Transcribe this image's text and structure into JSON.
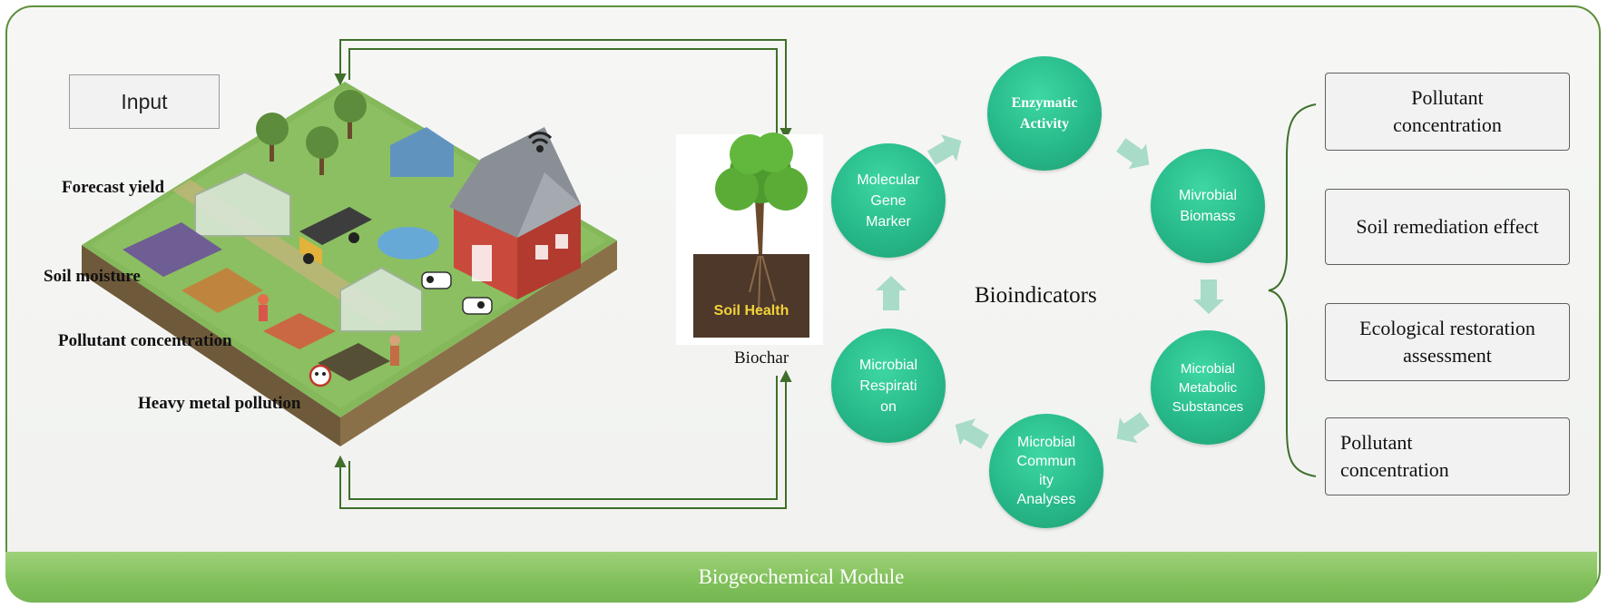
{
  "input_label": "Input",
  "farm_labels": {
    "forecast_yield": "Forecast yield",
    "soil_moisture": "Soil moisture",
    "pollutant_concentration": "Pollutant concentration",
    "heavy_metal_pollution": "Heavy metal pollution"
  },
  "soil_health_label": "Soil Health",
  "biochar_label": "Biochar",
  "center_label": "Bioindicators",
  "bioindicators": {
    "enzymatic": [
      "Enzymatic",
      "Activity"
    ],
    "biomass": [
      "Mivrobial",
      "Biomass"
    ],
    "metabolic": [
      "Microbial",
      "Metabolic",
      "Substances"
    ],
    "community": [
      "Microbial",
      "Commun",
      "ity",
      "Analyses"
    ],
    "respiration": [
      "Microbial",
      "Respirati",
      "on"
    ],
    "gene": [
      "Molecular",
      "Gene",
      "Marker"
    ]
  },
  "outputs": {
    "o1": [
      "Pollutant",
      "concentration"
    ],
    "o2": [
      "Soil remediation effect"
    ],
    "o3": [
      "Ecological restoration",
      "assessment"
    ],
    "o4": [
      "Pollutant",
      "concentration"
    ]
  },
  "module_label": "Biogeochemical Module",
  "colors": {
    "frame": "#5d8f3b",
    "module_bar": "#80c05a",
    "circle": "#27b98a",
    "cycle_arrow": "#a8dcc8"
  },
  "icons": [
    "farm-illustration",
    "tree-icon",
    "wifi-icon",
    "skull-icon"
  ]
}
